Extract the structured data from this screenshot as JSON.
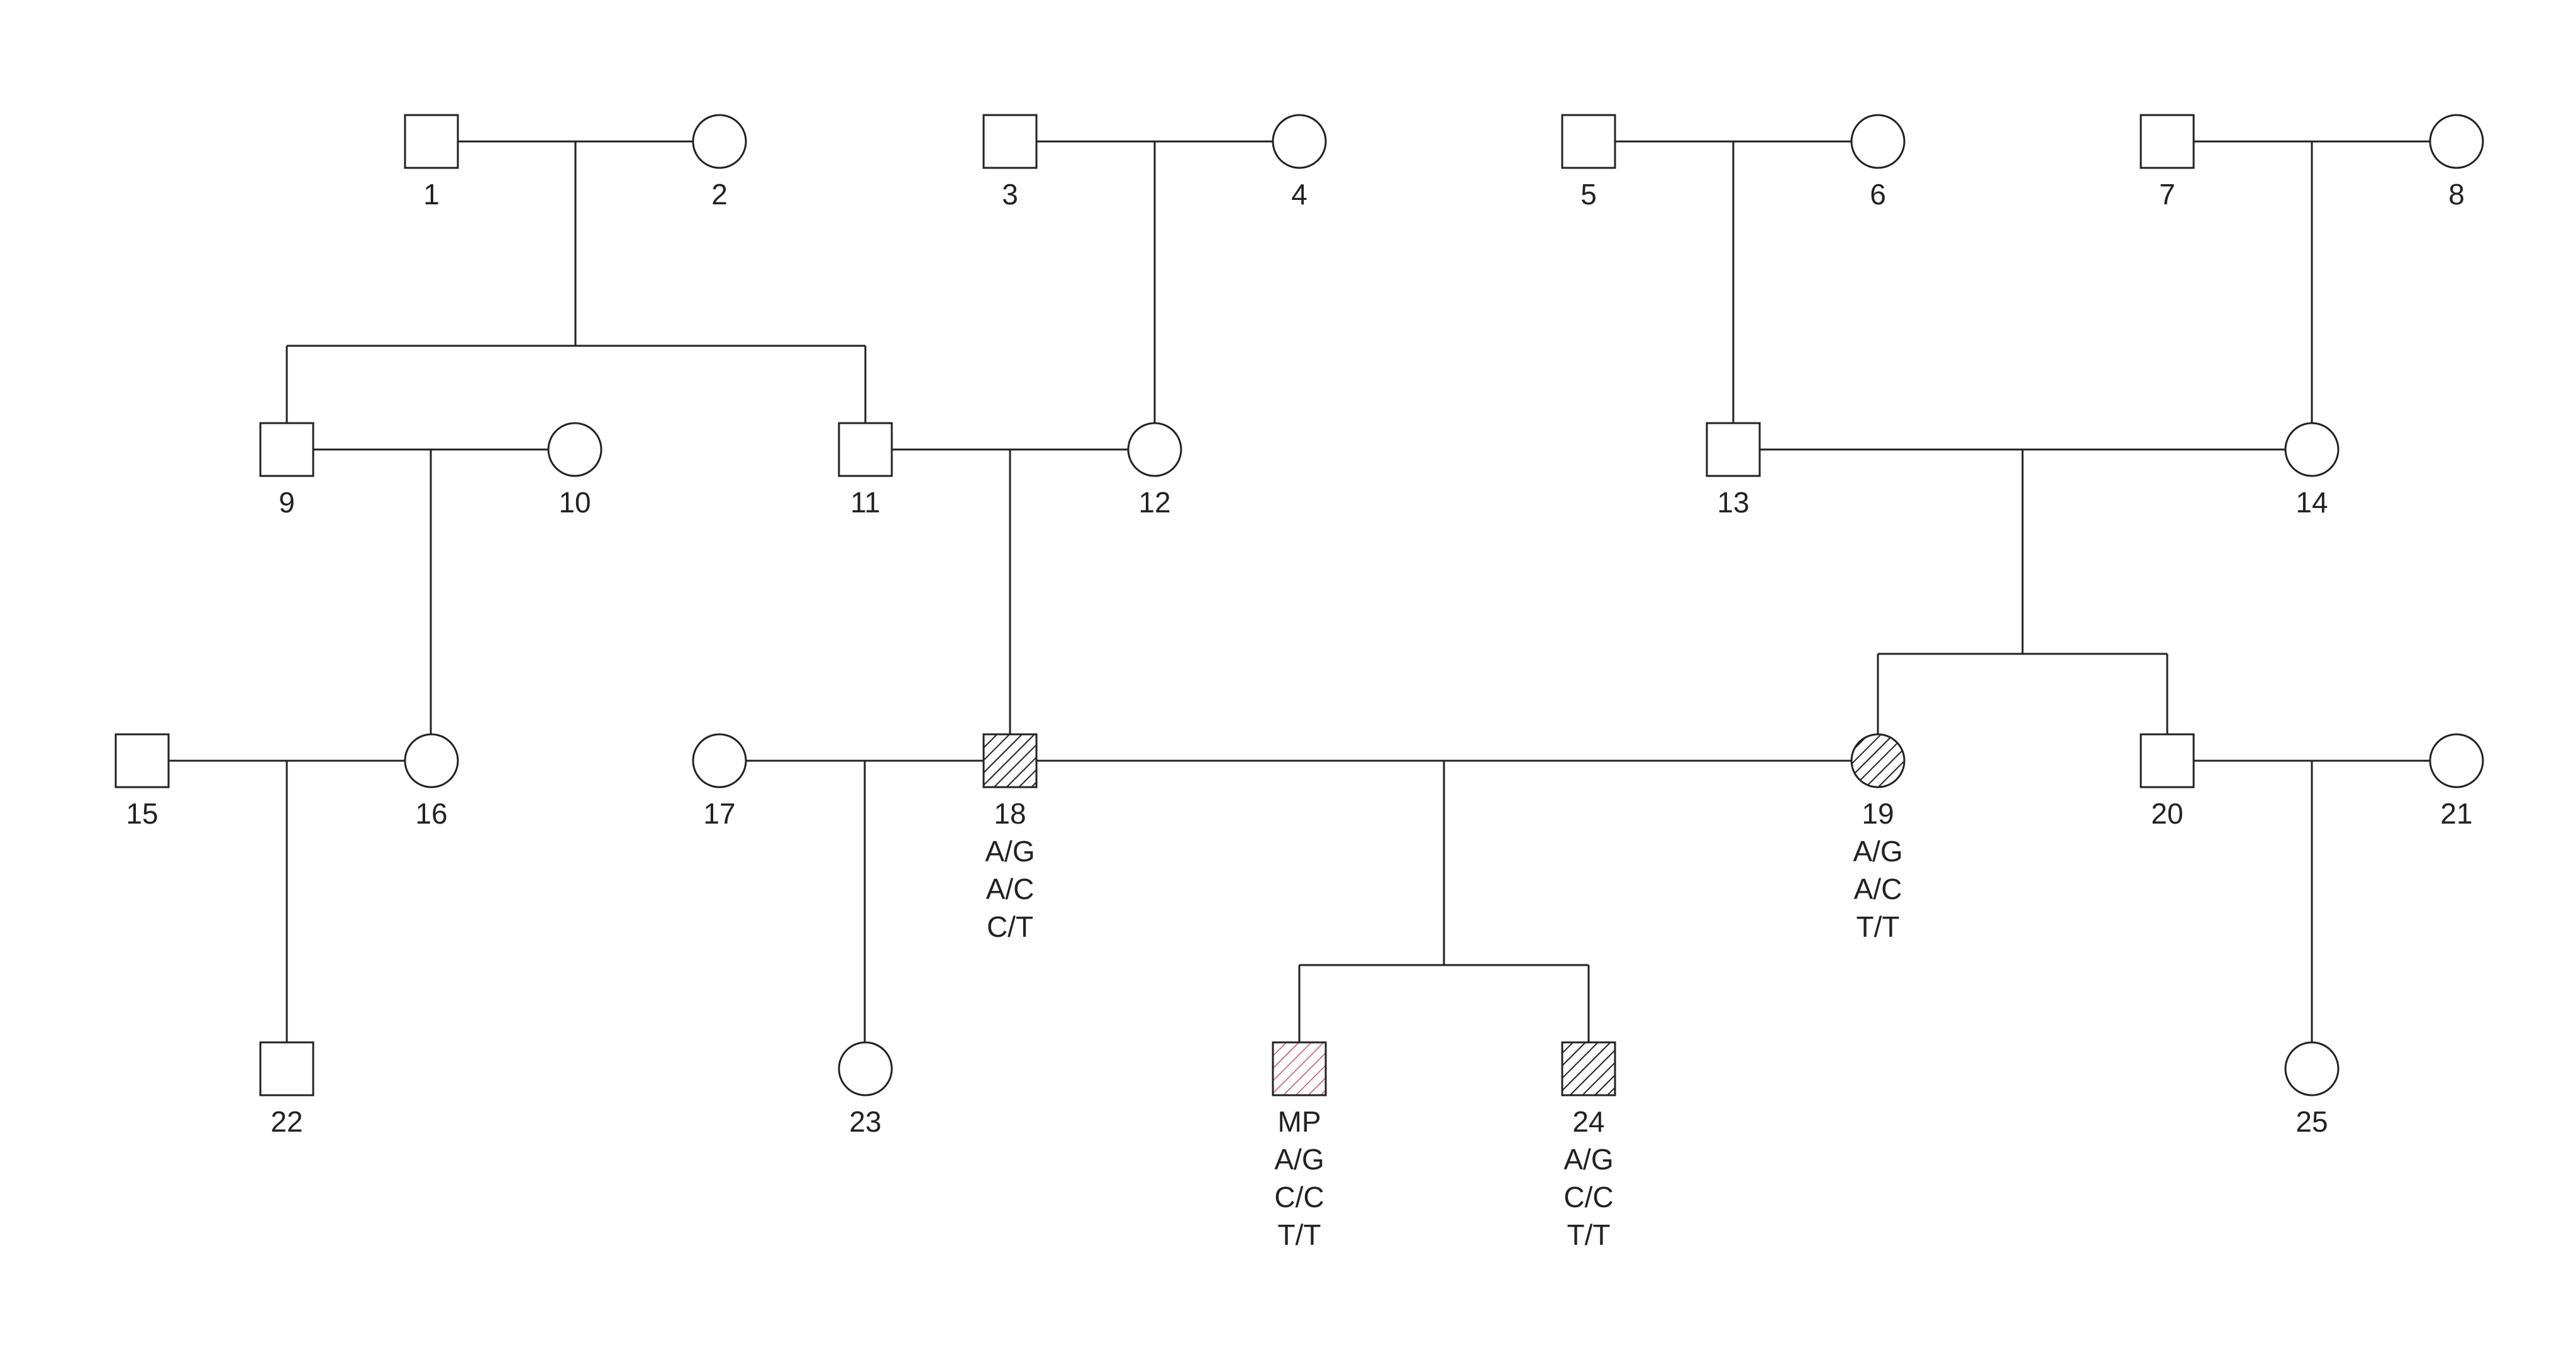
{
  "pedigree": {
    "colors": {
      "line": "#222222",
      "affected": "#222222",
      "proband": "#c8506a"
    },
    "individuals": [
      {
        "id": "1",
        "sex": "male",
        "status": "unaffected",
        "label": "1"
      },
      {
        "id": "2",
        "sex": "female",
        "status": "unaffected",
        "label": "2"
      },
      {
        "id": "3",
        "sex": "male",
        "status": "unaffected",
        "label": "3"
      },
      {
        "id": "4",
        "sex": "female",
        "status": "unaffected",
        "label": "4"
      },
      {
        "id": "5",
        "sex": "male",
        "status": "unaffected",
        "label": "5"
      },
      {
        "id": "6",
        "sex": "female",
        "status": "unaffected",
        "label": "6"
      },
      {
        "id": "7",
        "sex": "male",
        "status": "unaffected",
        "label": "7"
      },
      {
        "id": "8",
        "sex": "female",
        "status": "unaffected",
        "label": "8"
      },
      {
        "id": "9",
        "sex": "male",
        "status": "unaffected",
        "label": "9"
      },
      {
        "id": "10",
        "sex": "female",
        "status": "unaffected",
        "label": "10"
      },
      {
        "id": "11",
        "sex": "male",
        "status": "unaffected",
        "label": "11"
      },
      {
        "id": "12",
        "sex": "female",
        "status": "unaffected",
        "label": "12"
      },
      {
        "id": "13",
        "sex": "male",
        "status": "unaffected",
        "label": "13"
      },
      {
        "id": "14",
        "sex": "female",
        "status": "unaffected",
        "label": "14"
      },
      {
        "id": "15",
        "sex": "male",
        "status": "unaffected",
        "label": "15"
      },
      {
        "id": "16",
        "sex": "female",
        "status": "unaffected",
        "label": "16"
      },
      {
        "id": "17",
        "sex": "female",
        "status": "unaffected",
        "label": "17"
      },
      {
        "id": "18",
        "sex": "male",
        "status": "affected",
        "label": "18",
        "genotypes": [
          "A/G",
          "A/C",
          "C/T"
        ]
      },
      {
        "id": "19",
        "sex": "female",
        "status": "affected",
        "label": "19",
        "genotypes": [
          "A/G",
          "A/C",
          "T/T"
        ]
      },
      {
        "id": "20",
        "sex": "male",
        "status": "unaffected",
        "label": "20"
      },
      {
        "id": "21",
        "sex": "female",
        "status": "unaffected",
        "label": "21"
      },
      {
        "id": "22",
        "sex": "male",
        "status": "unaffected",
        "label": "22"
      },
      {
        "id": "23",
        "sex": "female",
        "status": "unaffected",
        "label": "23"
      },
      {
        "id": "MP",
        "sex": "male",
        "status": "proband",
        "label": "MP",
        "genotypes": [
          "A/G",
          "C/C",
          "T/T"
        ]
      },
      {
        "id": "24",
        "sex": "male",
        "status": "affected",
        "label": "24",
        "genotypes": [
          "A/G",
          "C/C",
          "T/T"
        ]
      },
      {
        "id": "25",
        "sex": "female",
        "status": "unaffected",
        "label": "25"
      }
    ],
    "unions": [
      {
        "partners": [
          "1",
          "2"
        ],
        "children": [
          "9",
          "11"
        ]
      },
      {
        "partners": [
          "3",
          "4"
        ],
        "children": [
          "12"
        ]
      },
      {
        "partners": [
          "5",
          "6"
        ],
        "children": [
          "13"
        ]
      },
      {
        "partners": [
          "7",
          "8"
        ],
        "children": [
          "14"
        ]
      },
      {
        "partners": [
          "9",
          "10"
        ],
        "children": [
          "16"
        ]
      },
      {
        "partners": [
          "11",
          "12"
        ],
        "children": [
          "18"
        ]
      },
      {
        "partners": [
          "13",
          "14"
        ],
        "children": [
          "19",
          "20"
        ]
      },
      {
        "partners": [
          "15",
          "16"
        ],
        "children": [
          "22"
        ]
      },
      {
        "partners": [
          "17",
          "18"
        ],
        "children": [
          "23"
        ]
      },
      {
        "partners": [
          "18",
          "19"
        ],
        "children": [
          "MP",
          "24"
        ]
      },
      {
        "partners": [
          "20",
          "21"
        ],
        "children": [
          "25"
        ]
      }
    ]
  }
}
